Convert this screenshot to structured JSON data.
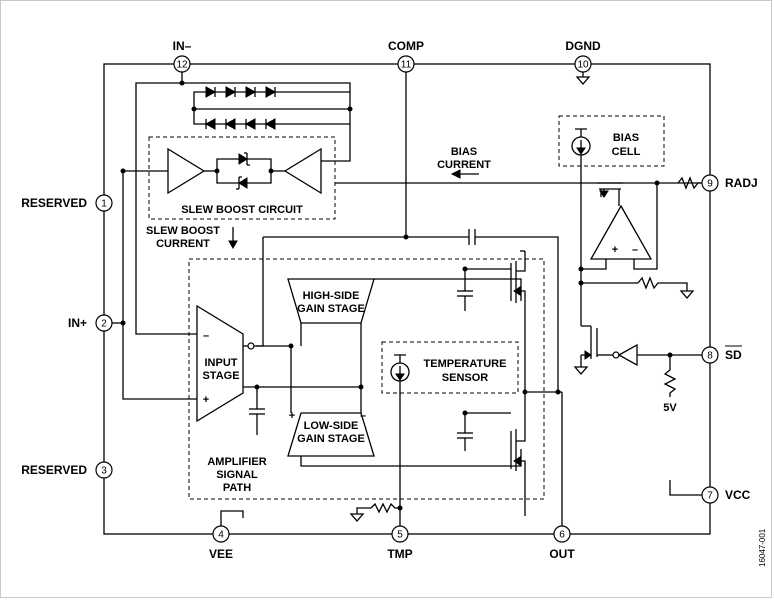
{
  "pins": [
    {
      "num": "1",
      "label": "RESERVED"
    },
    {
      "num": "2",
      "label": "IN+"
    },
    {
      "num": "3",
      "label": "RESERVED"
    },
    {
      "num": "4",
      "label": "VEE"
    },
    {
      "num": "5",
      "label": "TMP"
    },
    {
      "num": "6",
      "label": "OUT"
    },
    {
      "num": "7",
      "label": "VCC"
    },
    {
      "num": "8",
      "label": "SD"
    },
    {
      "num": "9",
      "label": "RADJ"
    },
    {
      "num": "10",
      "label": "DGND"
    },
    {
      "num": "11",
      "label": "COMP"
    },
    {
      "num": "12",
      "label": "IN–"
    }
  ],
  "blocks": {
    "slew_boost": "SLEW BOOST CIRCUIT",
    "slew_current_1": "SLEW BOOST",
    "slew_current_2": "CURRENT",
    "bias_current_1": "BIAS",
    "bias_current_2": "CURRENT",
    "bias_cell_1": "BIAS",
    "bias_cell_2": "CELL",
    "high_side_1": "HIGH-SIDE",
    "high_side_2": "GAIN STAGE",
    "low_side_1": "LOW-SIDE",
    "low_side_2": "GAIN STAGE",
    "input_1": "INPUT",
    "input_2": "STAGE",
    "temp_1": "TEMPERATURE",
    "temp_2": "SENSOR",
    "amp_1": "AMPLIFIER",
    "amp_2": "SIGNAL",
    "amp_3": "PATH",
    "five_v": "5V",
    "minus": "–",
    "plus": "+"
  },
  "doc_id": "16047-001"
}
